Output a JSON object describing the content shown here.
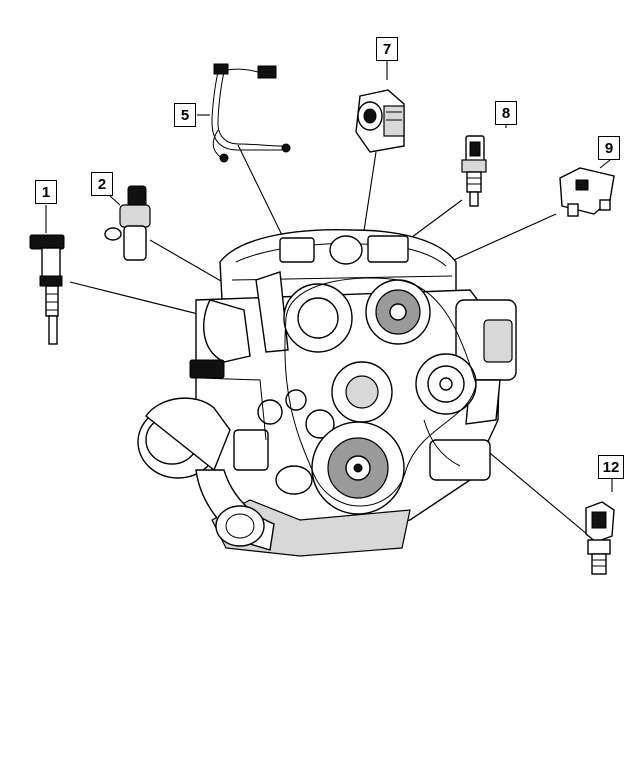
{
  "diagram": {
    "callouts": [
      {
        "id": "1",
        "label": "1"
      },
      {
        "id": "2",
        "label": "2"
      },
      {
        "id": "5",
        "label": "5"
      },
      {
        "id": "7",
        "label": "7"
      },
      {
        "id": "8",
        "label": "8"
      },
      {
        "id": "9",
        "label": "9"
      },
      {
        "id": "12",
        "label": "12"
      }
    ]
  }
}
